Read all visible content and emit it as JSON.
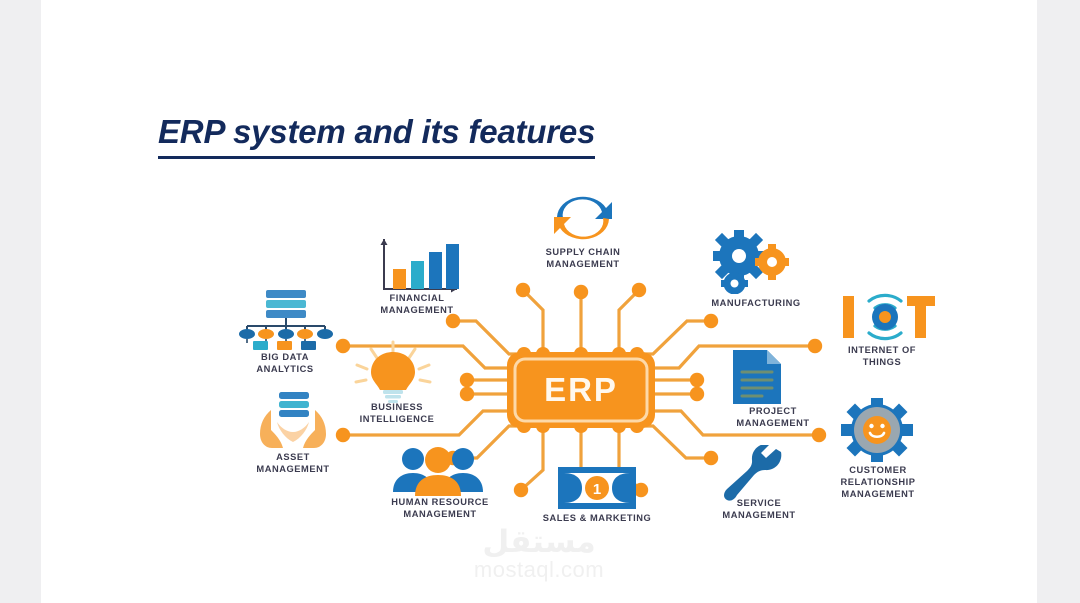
{
  "slide": {
    "title": "ERP system and its features",
    "title_color": "#132a5c",
    "background": "#ffffff",
    "page_background": "#efeff1"
  },
  "diagram": {
    "center_label": "ERP",
    "accent_orange": "#F7941E",
    "accent_blue": "#1C75BC",
    "accent_teal": "#2BACCB",
    "label_color": "#3b3b4f",
    "nodes": [
      {
        "id": "supply-chain-management",
        "label": "SUPPLY CHAIN\nMANAGEMENT",
        "icon": "circular-arrows-icon"
      },
      {
        "id": "financial-management",
        "label": "FINANCIAL\nMANAGEMENT",
        "icon": "bar-chart-icon"
      },
      {
        "id": "big-data-analytics",
        "label": "BIG DATA\nANALYTICS",
        "icon": "hierarchy-server-icon"
      },
      {
        "id": "business-intelligence",
        "label": "BUSINESS\nINTELLIGENCE",
        "icon": "lightbulb-icon"
      },
      {
        "id": "asset-management",
        "label": "ASSET\nMANAGEMENT",
        "icon": "hands-holding-stack-icon"
      },
      {
        "id": "human-resource-management",
        "label": "HUMAN RESOURCE\nMANAGEMENT",
        "icon": "people-group-icon"
      },
      {
        "id": "sales-and-marketing",
        "label": "SALES & MARKETING",
        "icon": "banknote-icon"
      },
      {
        "id": "service-management",
        "label": "SERVICE\nMANAGEMENT",
        "icon": "wrench-icon"
      },
      {
        "id": "customer-relationship-management",
        "label": "CUSTOMER\nRELATIONSHIP\nMANAGEMENT",
        "icon": "gear-smiley-icon"
      },
      {
        "id": "project-management",
        "label": "PROJECT\nMANAGEMENT",
        "icon": "document-icon"
      },
      {
        "id": "internet-of-things",
        "label": "INTERNET OF\nTHINGS",
        "icon": "iot-logo-icon"
      },
      {
        "id": "manufacturing",
        "label": "MANUFACTURING",
        "icon": "gears-icon"
      }
    ],
    "iot_logo": {
      "left": "I",
      "right": "T"
    },
    "banknote_value": "1"
  },
  "watermark": {
    "arabic": "مستقل",
    "latin": "mostaql.com"
  }
}
